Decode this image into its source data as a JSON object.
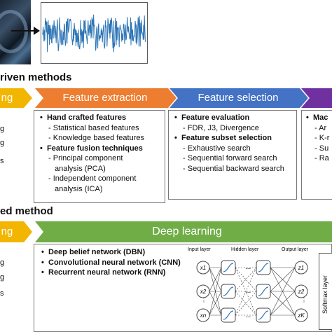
{
  "top": {
    "section1_title": "riven methods",
    "section2_title": "ed method"
  },
  "stage1": {
    "left_stub": "ng",
    "left_items": [
      "g",
      "g",
      "s"
    ],
    "feature_extraction": {
      "title": "Feature extraction",
      "hand_crafted": "Hand crafted features",
      "statistical": "Statistical based features",
      "knowledge": "Knowledge based features",
      "fusion": "Feature fusion techniques",
      "pca1": "Principal component",
      "pca2": "analysis (PCA)",
      "ica1": "Independent component",
      "ica2": "analysis (ICA)"
    },
    "feature_selection": {
      "title": "Feature selection",
      "evaluation": "Feature evaluation",
      "eval_items": "FDR, J3, Divergence",
      "subset": "Feature subset selection",
      "exhaustive": "Exhaustive search",
      "forward": "Sequential forward search",
      "backward": "Sequential backward search"
    },
    "classification": {
      "title": "Mac",
      "items": [
        "Ar",
        "K-r",
        "Su",
        "Ra"
      ]
    }
  },
  "stage2": {
    "left_stub": "ng",
    "left_items": [
      "g",
      "g",
      "s"
    ],
    "deep_learning": {
      "title": "Deep learning",
      "dbn": "Deep belief network (DBN)",
      "cnn": "Convolutional neural network (CNN)",
      "rnn": "Recurrent neural network (RNN)"
    },
    "network": {
      "input_layer": "Input layer",
      "hidden_layer": "Hidden layer",
      "output_layer": "Output layer",
      "softmax_layer": "Softmax layer",
      "x1": "x1",
      "x2": "x2",
      "xn": "xn",
      "z1": "z1",
      "z2": "z2",
      "zk": "zK",
      "dots": "..."
    }
  },
  "colors": {
    "yellow": "#f2b500",
    "orange": "#ed7d31",
    "blue": "#4472c4",
    "purple": "#7030a0",
    "green": "#70ad47",
    "signal": "#2e75b6"
  }
}
